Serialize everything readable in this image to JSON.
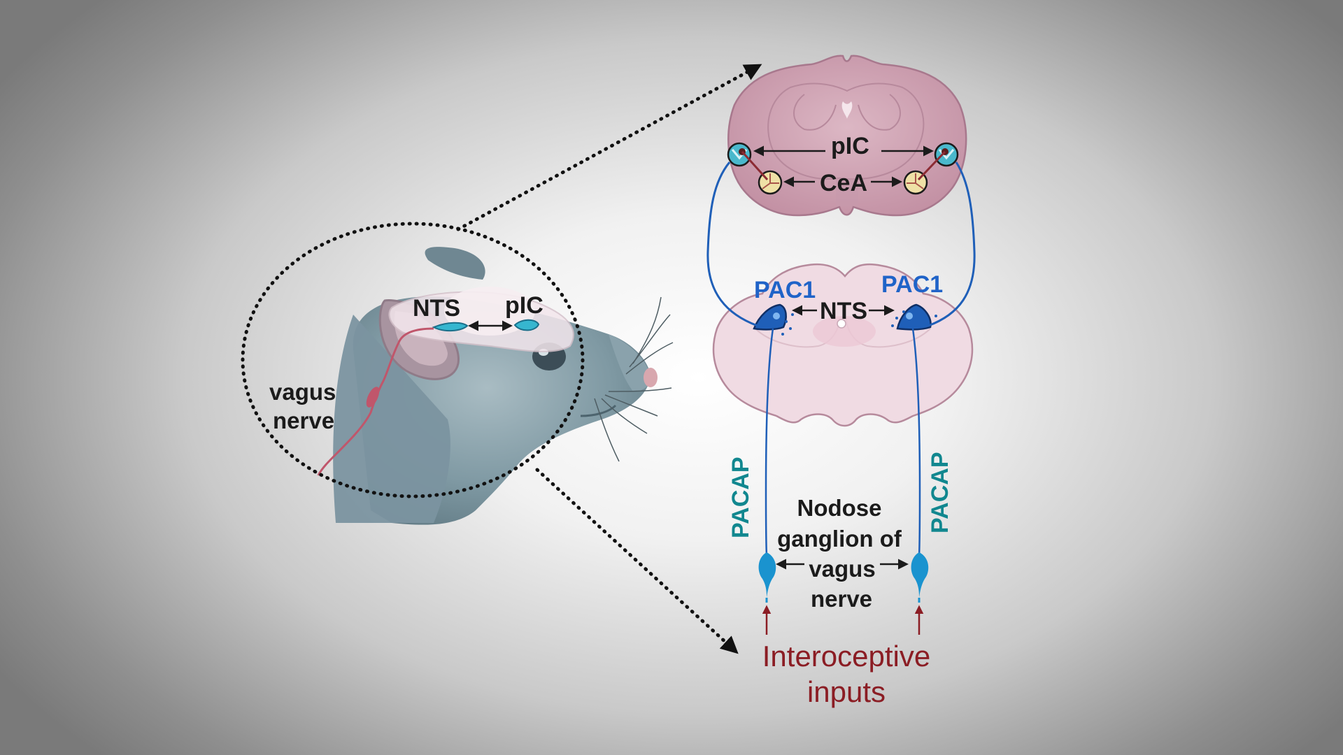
{
  "labels": {
    "mouse_nts": "NTS",
    "mouse_pic": "pIC",
    "vagus_nerve_line1": "vagus",
    "vagus_nerve_line2": "nerve",
    "brain_pic": "pIC",
    "brain_cea": "CeA",
    "pac1_left": "PAC1",
    "pac1_right": "PAC1",
    "brainstem_nts": "NTS",
    "pacap_left": "PACAP",
    "pacap_right": "PACAP",
    "nodose_line1": "Nodose",
    "nodose_line2": "ganglion of",
    "nodose_line3": "vagus",
    "nodose_line4": "nerve",
    "interoceptive_line1": "Interoceptive",
    "interoceptive_line2": "inputs"
  },
  "colors": {
    "neuron_blue": "#1f5fb8",
    "pacap_teal": "#11878f",
    "input_red": "#8b1d24",
    "brain_fill": "#cfa3b3",
    "brainstem_fill": "#f0dbe3",
    "mouse_fill": "#7f99a3",
    "vagus_red": "#c0566b"
  },
  "icons": {
    "mouse": "mouse-head-illustration",
    "brain": "coronal-brain-section",
    "brainstem": "brainstem-section",
    "neuron": "vagal-sensory-neuron"
  }
}
